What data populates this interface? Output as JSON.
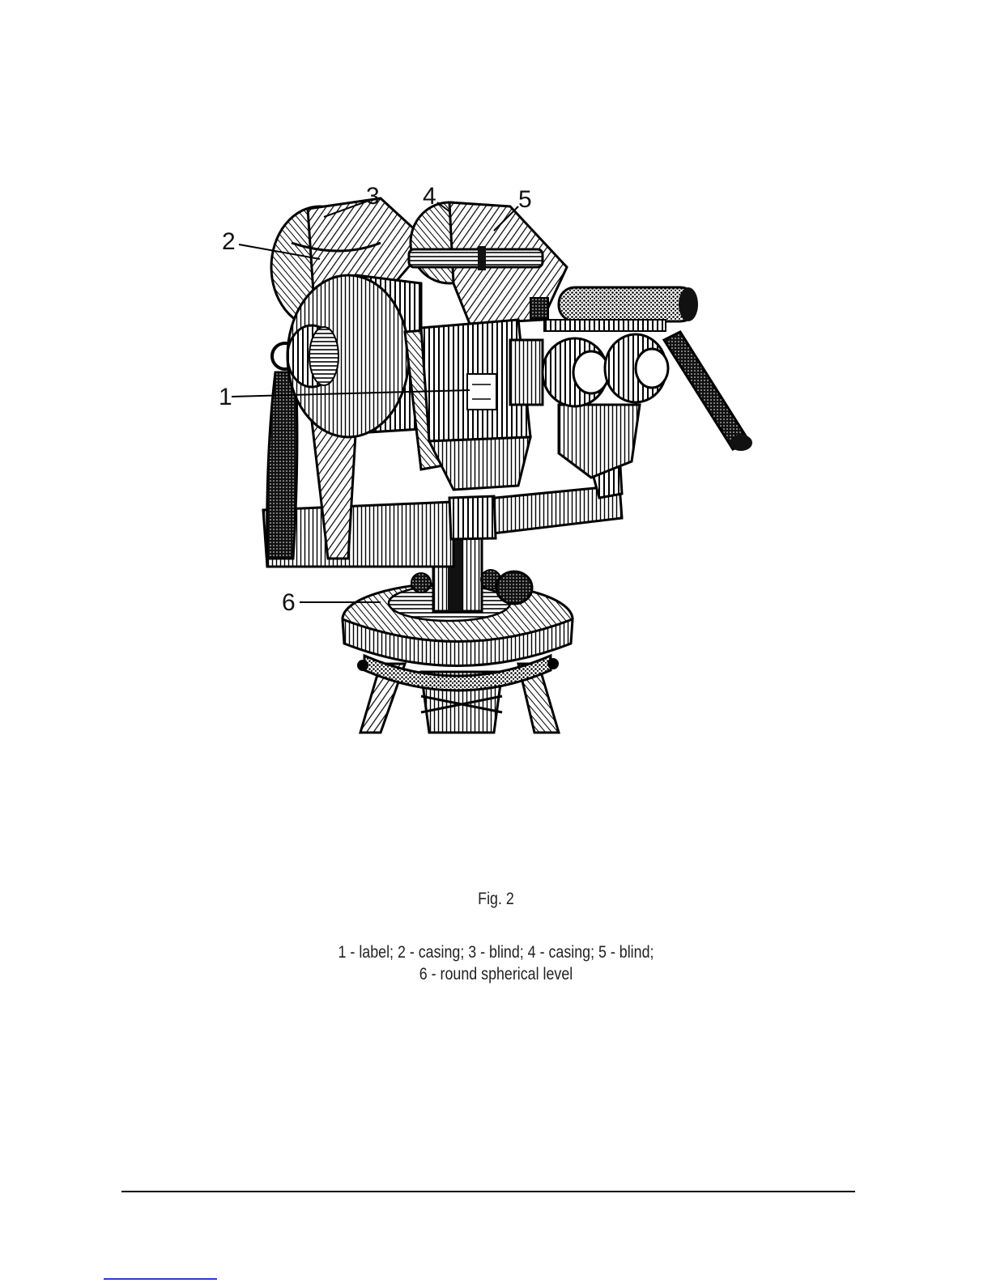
{
  "figure": {
    "callouts": [
      "1",
      "2",
      "3",
      "4",
      "5",
      "6"
    ]
  },
  "caption": {
    "title": "Fig. 2",
    "legend_line1": "1 - label; 2 - casing; 3 - blind; 4 - casing; 5 - blind;",
    "legend_line2": "6 - round spherical level"
  },
  "colors": {
    "ink": "#000000",
    "paper": "#ffffff",
    "link_underline": "#2a3bd6"
  }
}
